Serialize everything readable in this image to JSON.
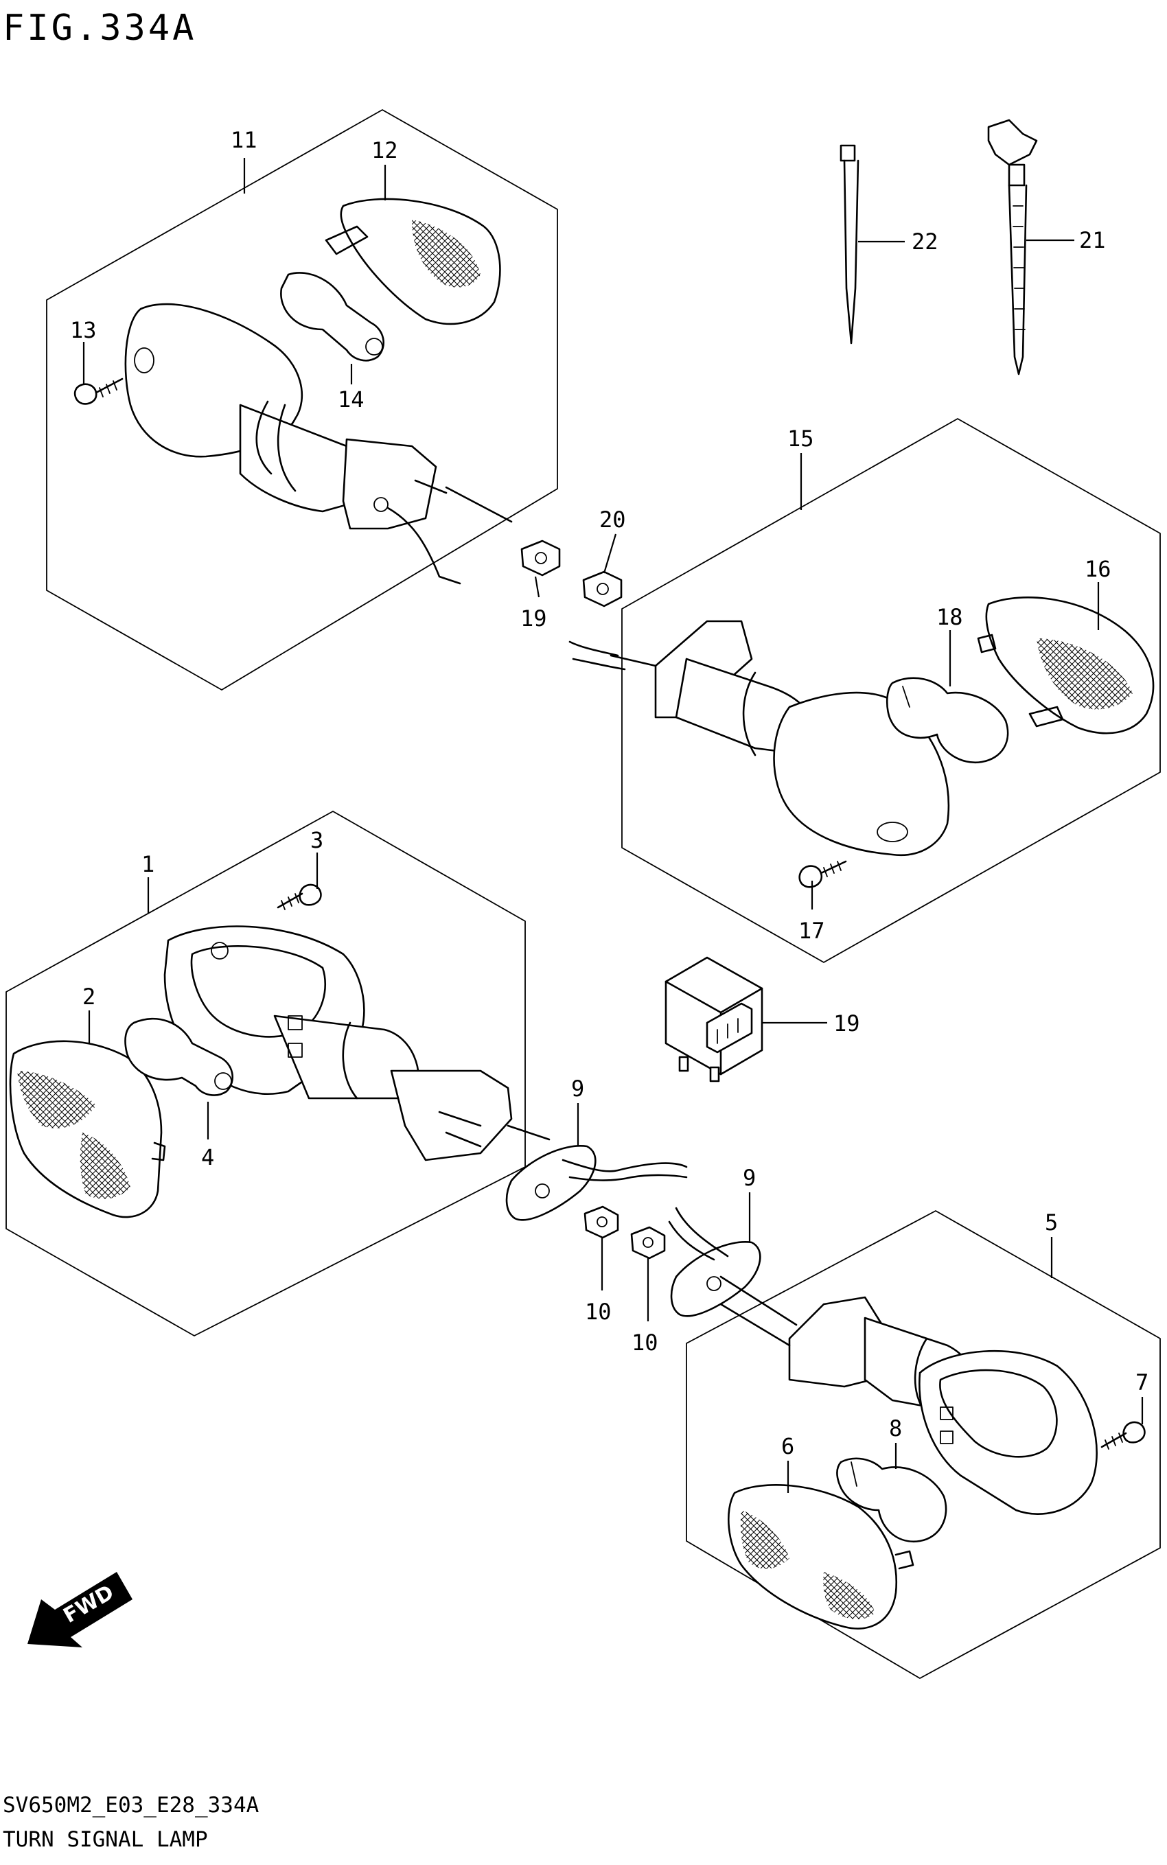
{
  "figure": {
    "title": "FIG.334A",
    "code": "SV650M2_E03_E28_334A",
    "caption": "TURN SIGNAL LAMP",
    "direction_label": "FWD"
  },
  "parts": [
    {
      "id": "1",
      "label": "1"
    },
    {
      "id": "2",
      "label": "2"
    },
    {
      "id": "3",
      "label": "3"
    },
    {
      "id": "4",
      "label": "4"
    },
    {
      "id": "5",
      "label": "5"
    },
    {
      "id": "6",
      "label": "6"
    },
    {
      "id": "7",
      "label": "7"
    },
    {
      "id": "8",
      "label": "8"
    },
    {
      "id": "9a",
      "label": "9"
    },
    {
      "id": "9b",
      "label": "9"
    },
    {
      "id": "10a",
      "label": "10"
    },
    {
      "id": "10b",
      "label": "10"
    },
    {
      "id": "11",
      "label": "11"
    },
    {
      "id": "12",
      "label": "12"
    },
    {
      "id": "13",
      "label": "13"
    },
    {
      "id": "14",
      "label": "14"
    },
    {
      "id": "15",
      "label": "15"
    },
    {
      "id": "16",
      "label": "16"
    },
    {
      "id": "17",
      "label": "17"
    },
    {
      "id": "18",
      "label": "18"
    },
    {
      "id": "19a",
      "label": "19"
    },
    {
      "id": "19b",
      "label": "19"
    },
    {
      "id": "20",
      "label": "20"
    },
    {
      "id": "21",
      "label": "21"
    },
    {
      "id": "22",
      "label": "22"
    }
  ]
}
